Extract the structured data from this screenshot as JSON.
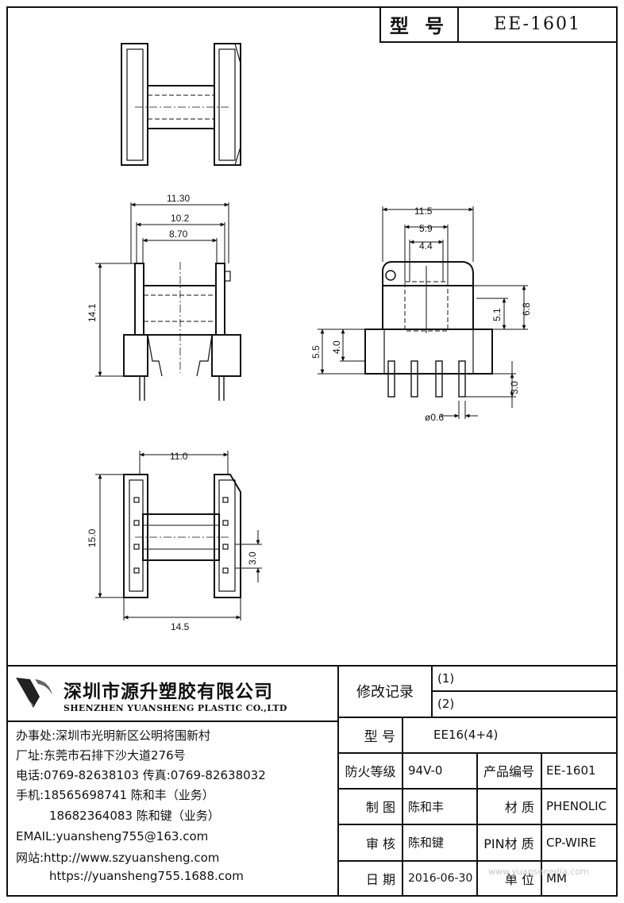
{
  "header": {
    "label": "型 号",
    "model": "EE-1601"
  },
  "dimensions": {
    "d_11_30": "11.30",
    "d_10_2": "10.2",
    "d_8_70": "8.70",
    "d_14_1": "14.1",
    "d_11_5": "11.5",
    "d_5_9": "5.9",
    "d_4_4": "4.4",
    "d_5_1": "5.1",
    "d_6_8": "6.8",
    "d_5_5": "5.5",
    "d_4_0": "4.0",
    "d_3_0_side": "3.0",
    "d_phi_0_6": "ø0.6",
    "d_11_0": "11.0",
    "d_15_0": "15.0",
    "d_3_0_bottom": "3.0",
    "d_14_5": "14.5"
  },
  "company": {
    "name_cn": "深圳市源升塑胶有限公司",
    "name_en": "SHENZHEN YUANSHENG PLASTIC CO.,LTD",
    "office": "办事处:深圳市光明新区公明将围新村",
    "factory": "厂址:东莞市石排下沙大道276号",
    "phone": "电话:0769-82638103 传真:0769-82638032",
    "mobile1": "手机:18565698741 陈和丰（业务）",
    "mobile2": "18682364083 陈和键（业务）",
    "email": "EMAIL:yuansheng755@163.com",
    "web1": "网站:http://www.szyuansheng.com",
    "web2": "https://yuansheng755.1688.com"
  },
  "revision": {
    "label": "修改记录",
    "r1": "(1)",
    "r2": "(2)"
  },
  "table": {
    "model_label": "型  号",
    "model_value": "EE16(4+4)",
    "fire_label": "防火等级",
    "fire_value": "94V-0",
    "code_label": "产品编号",
    "code_value": "EE-1601",
    "drawn_label": "制 图",
    "drawn_value": "陈和丰",
    "material_label": "材 质",
    "material_value": "PHENOLIC",
    "review_label": "审 核",
    "review_value": "陈和键",
    "pin_label": "PIN材 质",
    "pin_value": "CP-WIRE",
    "date_label": "日 期",
    "date_value": "2016-06-30",
    "unit_label": "单 位",
    "unit_value": "MM"
  },
  "watermark": "www.yuansenedia.com"
}
